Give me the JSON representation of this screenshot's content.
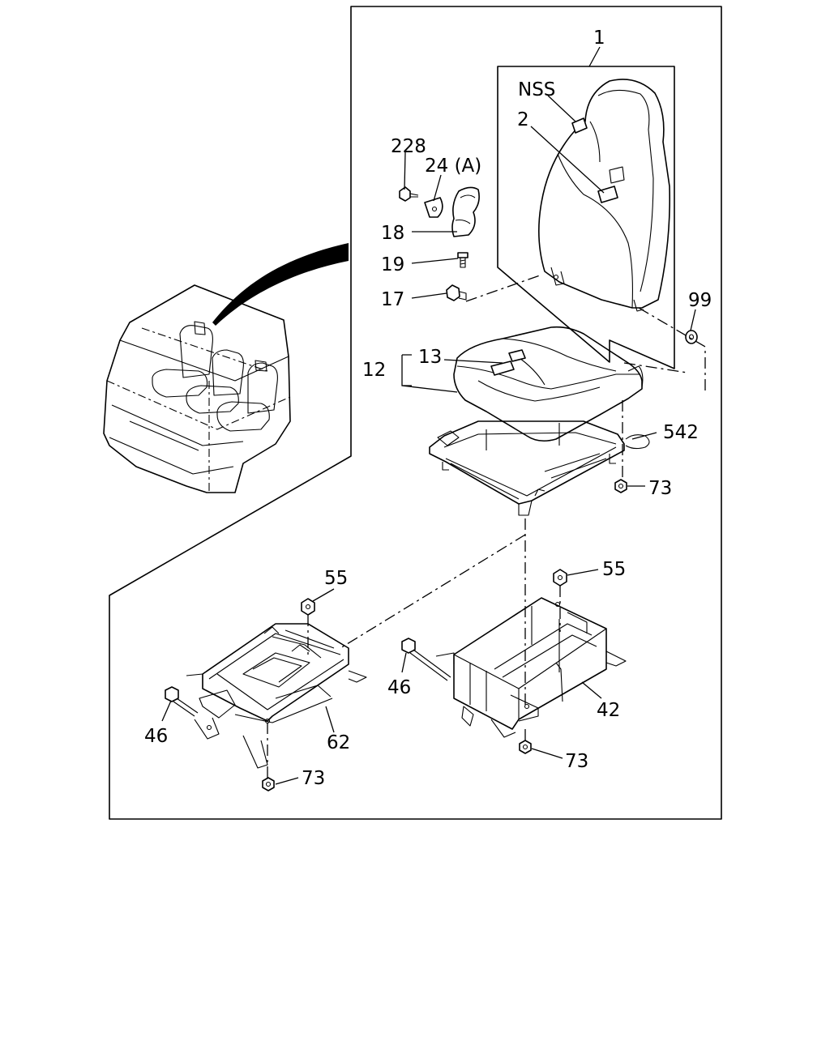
{
  "callouts": {
    "c1": "1",
    "nss": "NSS",
    "c2": "2",
    "c228": "228",
    "c24a": "24 (A)",
    "c18": "18",
    "c19": "19",
    "c17": "17",
    "c99": "99",
    "c13": "13",
    "c12": "12",
    "c542": "542",
    "c73_top": "73",
    "c55_left": "55",
    "c55_right": "55",
    "c46_left": "46",
    "c46_right": "46",
    "c62": "62",
    "c42": "42",
    "c73_left": "73",
    "c73_right": "73"
  }
}
